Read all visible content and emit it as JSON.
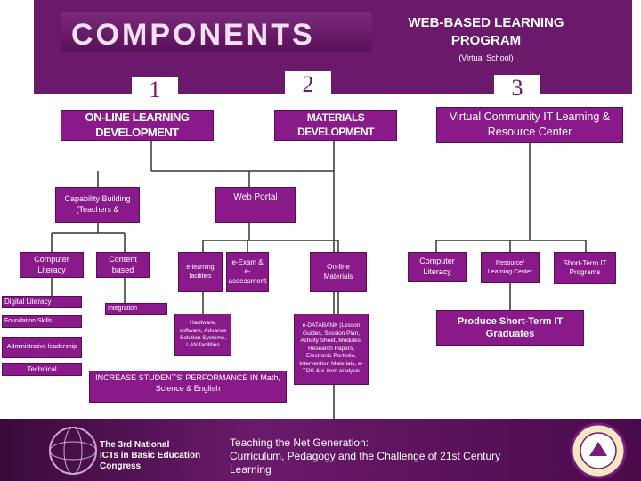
{
  "header": {
    "components": "COMPONENTS",
    "wblp_title": "WEB-BASED LEARNING PROGRAM",
    "virtual_school": "(Virtual School)",
    "num1": "1",
    "num2": "2",
    "num3": "3"
  },
  "col1": {
    "title": "ON-LINE LEARNING DEVELOPMENT",
    "capability": "Capability Building (Teachers &",
    "computer_literacy": "Computer Literacy",
    "content_based": "Content based",
    "digital_literacy": "Digital Literacy",
    "foundation": "Foundation Skills",
    "administrative": "Administrative leadership",
    "technical": "Technical",
    "integration": "Integration",
    "increase": "INCREASE STUDENTS' PERFORMANCE IN Math, Science & English"
  },
  "col2": {
    "title": "MATERIALS DEVELOPMENT",
    "web_portal": "Web Portal",
    "elearning": "e-learning facilities",
    "eexam": "e-Exam & e-assessment",
    "online_materials": "On-line Materials",
    "hardware": "Hardware, software, Advance Solution Systems, LAN facilities",
    "edatabank": "e-DATABANK (Lesson Guides, Session Plan, Activity Sheet, Modules, Research Papers, Electronic Portfolio, Intervention Materials, e-TOS & e-item analysis"
  },
  "col3": {
    "title": "Virtual Community IT Learning & Resource Center",
    "computer_literacy": "Computer Literacy",
    "resource_center": "Resource/ Learning Center",
    "short_term": "Short-Term IT Programs",
    "produce": "Produce Short-Term IT Graduates"
  },
  "footer": {
    "congress_line1": "The 3rd National",
    "congress_line2": "ICTs in Basic Education",
    "congress_line3": "Congress",
    "teaching_line1": "Teaching the Net Generation:",
    "teaching_line2": "Curriculum, Pedagogy and the Challenge of 21st Century",
    "teaching_line3": "Learning"
  },
  "colors": {
    "purple": "#8a1a8a",
    "dark_purple": "#6b1a6b",
    "line": "#333333"
  }
}
